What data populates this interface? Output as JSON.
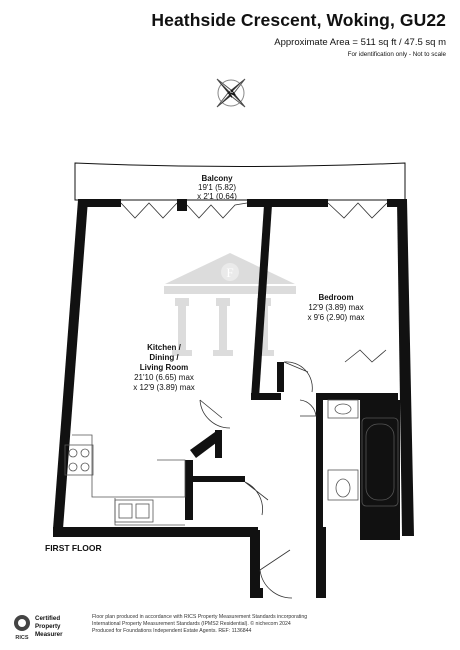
{
  "header": {
    "title": "Heathside Crescent, Woking, GU22",
    "area": "Approximate Area = 511 sq ft / 47.5 sq m",
    "note": "For identification only - Not to scale"
  },
  "compass": {
    "letter": "N"
  },
  "rooms": {
    "balcony": {
      "name": "Balcony",
      "dim1": "19'1 (5.82)",
      "dim2": "x 2'1 (0.64)"
    },
    "bedroom": {
      "name": "Bedroom",
      "dim1": "12'9 (3.89) max",
      "dim2": "x 9'6 (2.90) max"
    },
    "kitchen": {
      "name_line1": "Kitchen /",
      "name_line2": "Dining /",
      "name_line3": "Living Room",
      "dim1": "21'10 (6.65) max",
      "dim2": "x 12'9 (3.89) max"
    }
  },
  "watermark": {
    "letter": "F"
  },
  "floor_label": "FIRST FLOOR",
  "badge": {
    "mark": "RICS",
    "line1": "Certified",
    "line2": "Property",
    "line3": "Measurer"
  },
  "footer": {
    "line1": "Floor plan produced in accordance with RICS Property Measurement Standards incorporating",
    "line2": "International Property Measurement Standards (IPMS2 Residential). © nichecom 2024",
    "line3": "Produced for Foundations Independent Estate Agents.   REF:  1136844"
  },
  "colors": {
    "wall": "#111111",
    "watermark": "#d9d9d9",
    "fixture": "#555555"
  }
}
